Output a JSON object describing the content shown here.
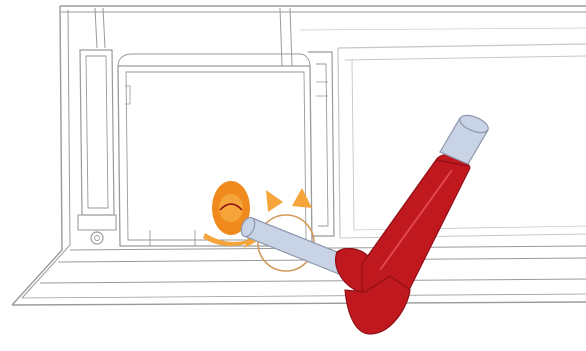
{
  "figure": {
    "kind": "technical-line-illustration",
    "subject": "t-handle-tool-inserted-into-latch",
    "colors": {
      "background": "#ffffff",
      "outline": "#9a9a9a",
      "outline_light": "#c8c8c8",
      "tool_handle": "#c0181f",
      "tool_handle_dark": "#8e0f15",
      "tool_shaft": "#c9d3e6",
      "tool_shaft_outline": "#8c97ad",
      "latch_knob": "#f08a1c",
      "rotation_arrows": "#f5a53a",
      "rotation_circle": "#d39a5a"
    },
    "icons": {
      "rotation_indicator": "counterclockwise-rotation-arrows",
      "tool": "t-handle-key",
      "knob": "latch-knob"
    }
  }
}
